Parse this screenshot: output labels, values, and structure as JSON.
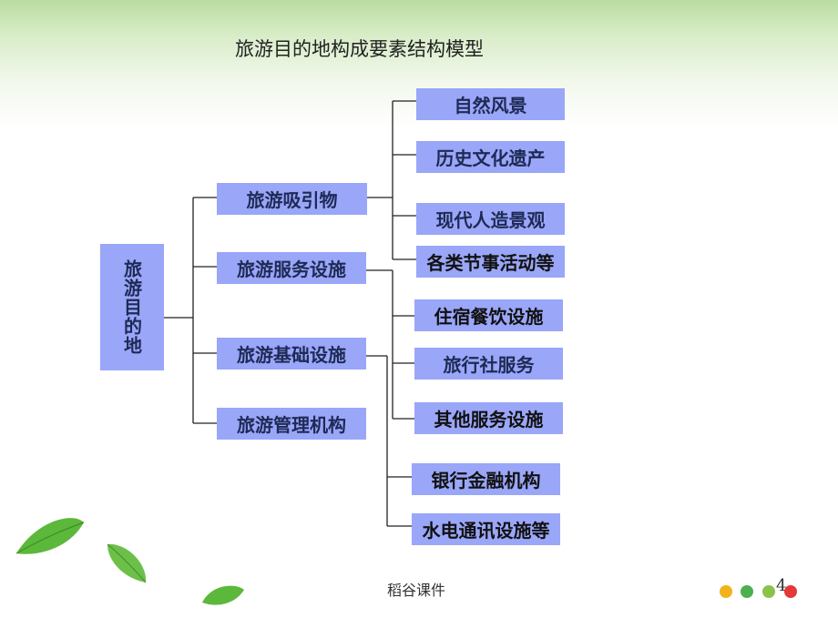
{
  "title": "旅游目的地构成要素结构模型",
  "root": "旅游目的地",
  "level1": [
    {
      "label": "旅游吸引物"
    },
    {
      "label": "旅游服务设施"
    },
    {
      "label": "旅游基础设施"
    },
    {
      "label": "旅游管理机构"
    }
  ],
  "attractions": [
    {
      "label": "自然风景"
    },
    {
      "label": "历史文化遗产"
    },
    {
      "label": "现代人造景观"
    },
    {
      "label": "各类节事活动等"
    }
  ],
  "services": [
    {
      "label": "住宿餐饮设施"
    },
    {
      "label": "旅行社服务"
    },
    {
      "label": "其他服务设施"
    }
  ],
  "infrastructure": [
    {
      "label": "银行金融机构"
    },
    {
      "label": "水电通讯设施等"
    }
  ],
  "footer": {
    "text": "稻谷课件",
    "page": "4"
  },
  "colors": {
    "box": "#9aa6f8",
    "dots": [
      "#f2b21c",
      "#4caf50",
      "#8bc34a",
      "#e53935"
    ]
  }
}
